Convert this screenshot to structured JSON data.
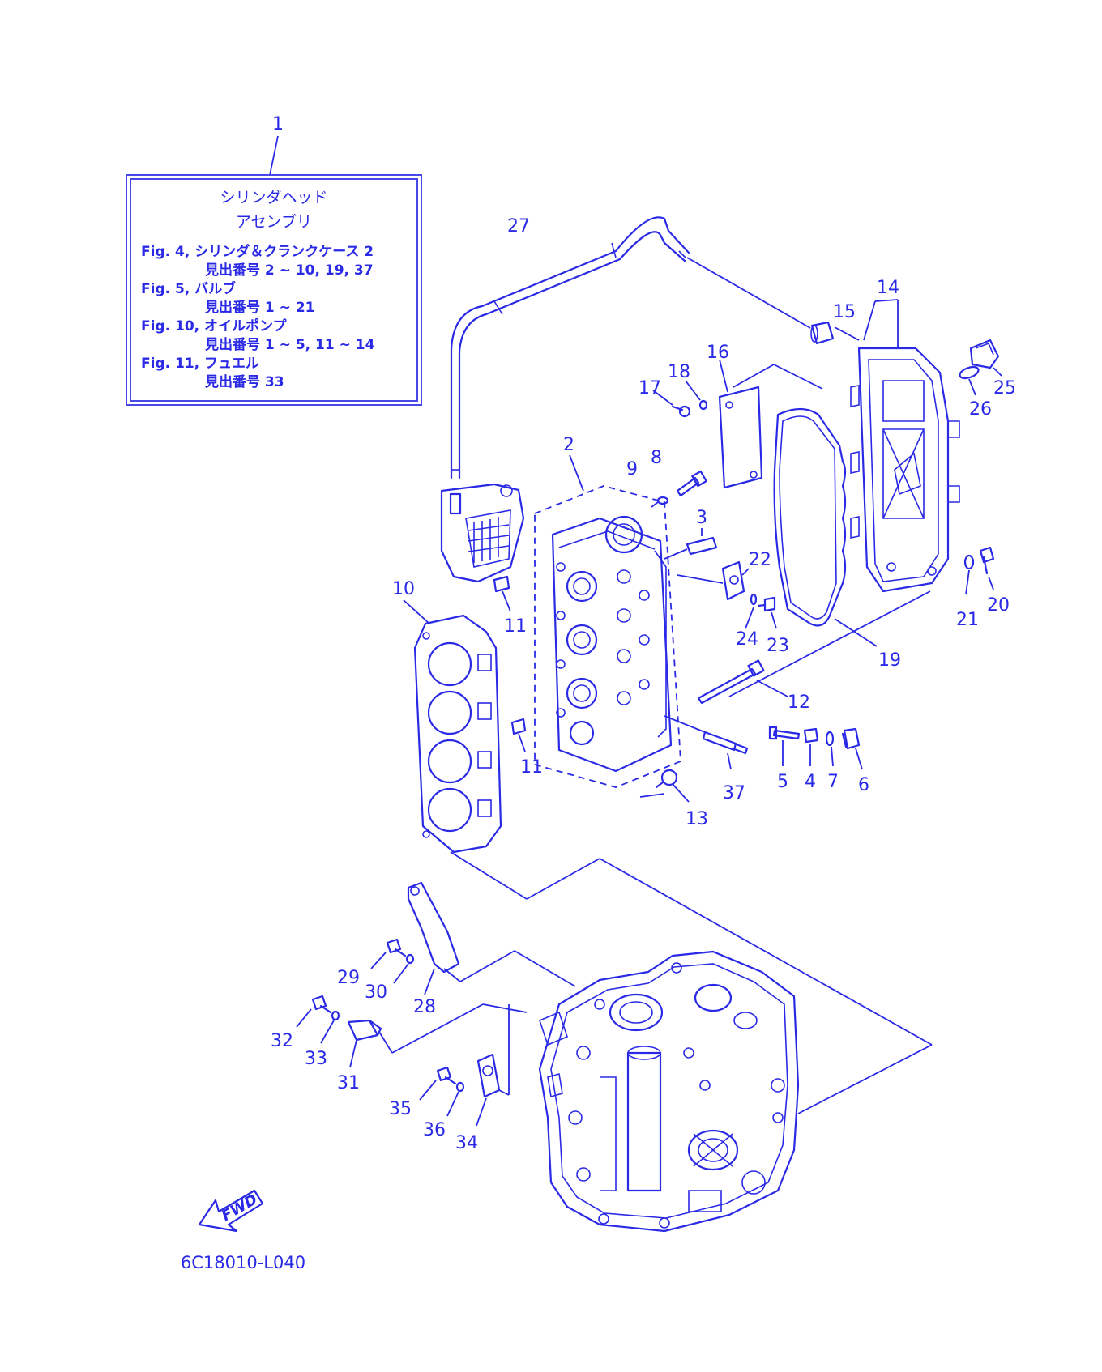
{
  "legend": {
    "ref": "1",
    "title_line1": "シリンダヘッド",
    "title_line2": "アセンブリ",
    "lines": [
      "Fig. 4, シリンダ＆クランクケース 2",
      "見出番号 2 ~ 10, 19, 37",
      "Fig. 5, バルブ",
      "見出番号 1 ~ 21",
      "Fig. 10, オイルポンプ",
      "見出番号 1 ~ 5, 11 ~ 14",
      "Fig. 11, フュエル",
      "見出番号 33"
    ]
  },
  "callouts": {
    "n2": "2",
    "n3": "3",
    "n4": "4",
    "n5": "5",
    "n6": "6",
    "n7": "7",
    "n8": "8",
    "n9": "9",
    "n10": "10",
    "n11a": "11",
    "n11b": "11",
    "n12": "12",
    "n13": "13",
    "n14": "14",
    "n15": "15",
    "n16": "16",
    "n17": "17",
    "n18": "18",
    "n19": "19",
    "n20": "20",
    "n21": "21",
    "n22": "22",
    "n23": "23",
    "n24": "24",
    "n25": "25",
    "n26": "26",
    "n27": "27",
    "n28": "28",
    "n29": "29",
    "n30": "30",
    "n31": "31",
    "n32": "32",
    "n33": "33",
    "n34": "34",
    "n35": "35",
    "n36": "36",
    "n37": "37"
  },
  "fwd_label": "FWD",
  "drawing_code": "6C18010-L040",
  "colors": {
    "ink": "#2a2ae6",
    "background": "#ffffff"
  }
}
